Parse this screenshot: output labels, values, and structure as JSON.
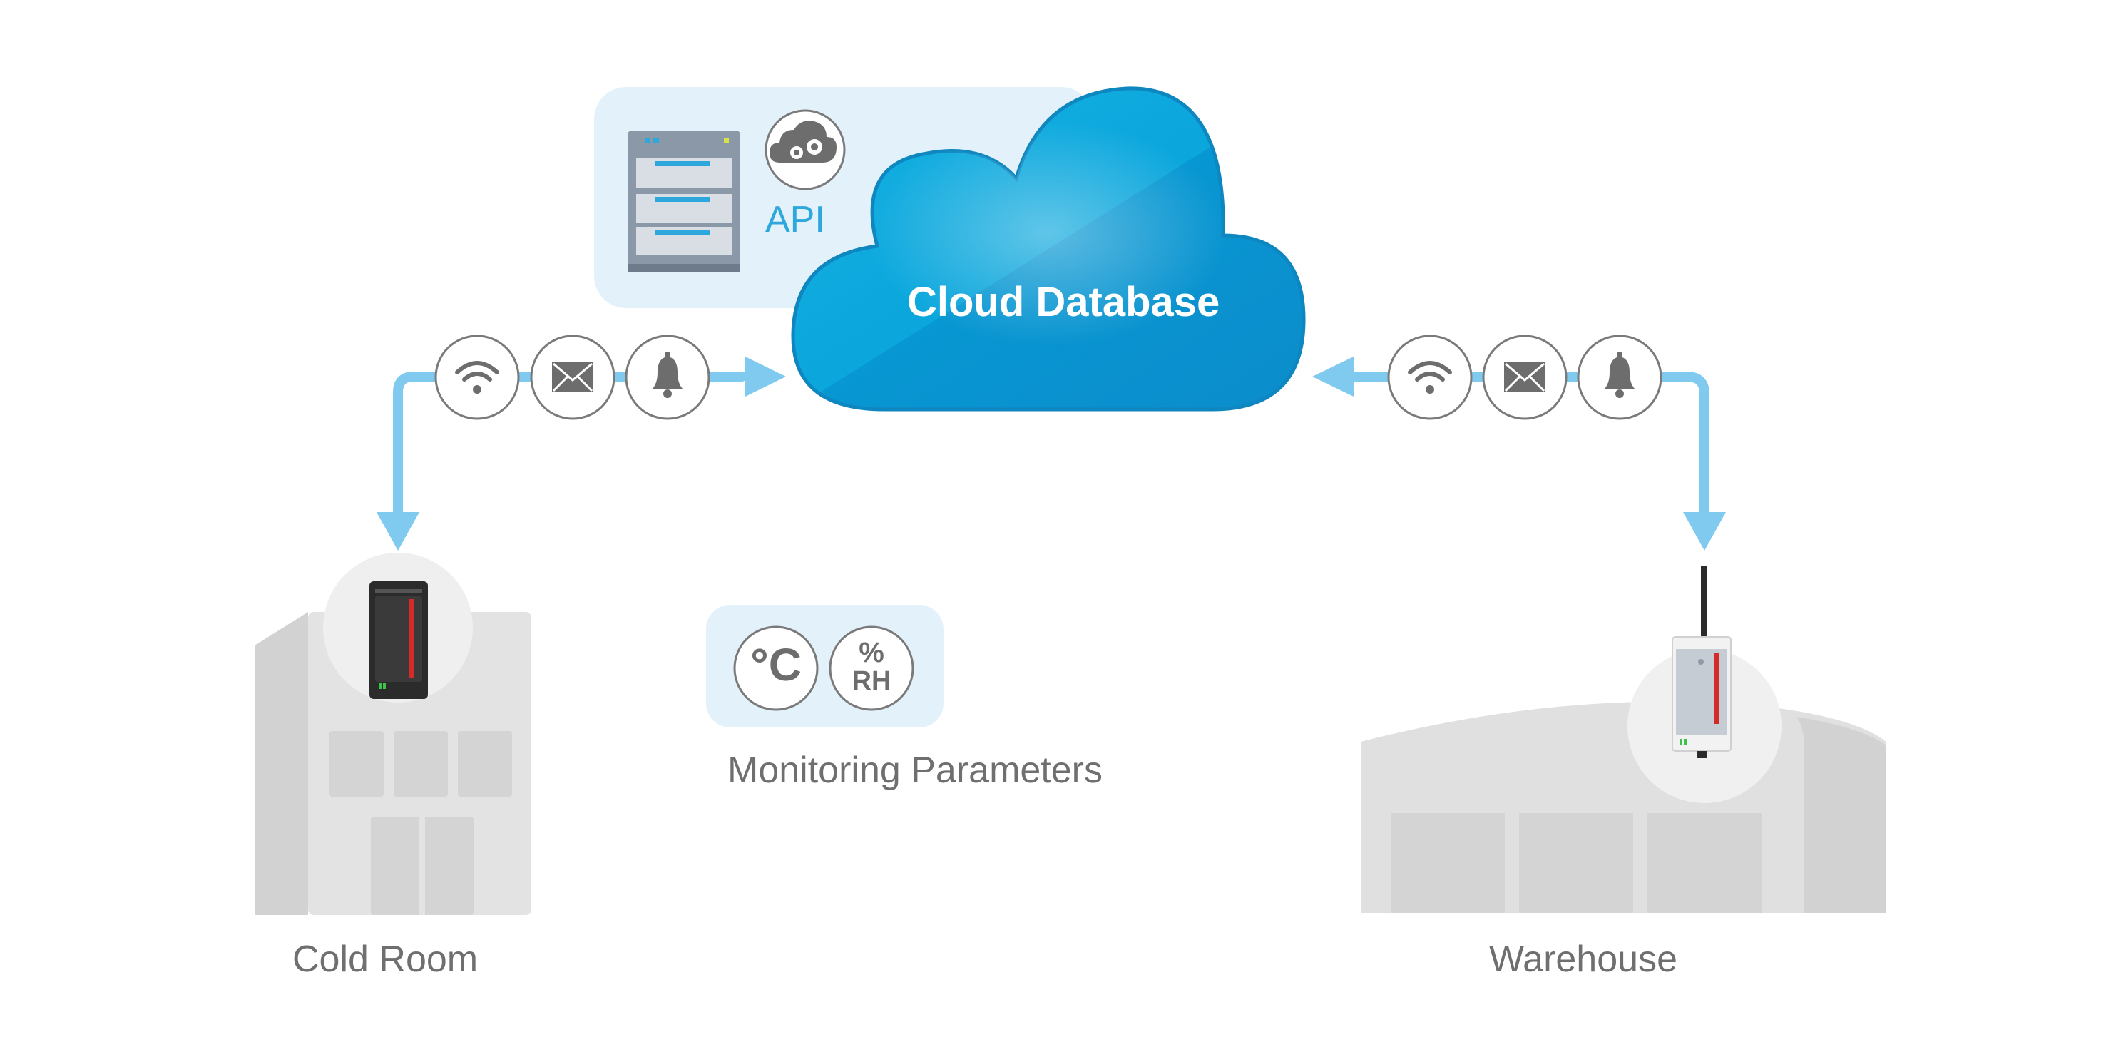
{
  "cloud": {
    "title": "Cloud Database"
  },
  "api": {
    "label": "API",
    "server_icon": "server-rack-icon",
    "cloud_gear_icon": "cloud-gears-icon"
  },
  "links": {
    "left": {
      "icons": [
        "wifi-icon",
        "envelope-icon",
        "bell-icon"
      ]
    },
    "right": {
      "icons": [
        "wifi-icon",
        "envelope-icon",
        "bell-icon"
      ]
    }
  },
  "monitoring": {
    "label": "Monitoring Parameters",
    "temperature_symbol": "°C",
    "humidity_symbol_top": "%",
    "humidity_symbol_bottom": "RH"
  },
  "sites": {
    "cold_room": {
      "label": "Cold Room"
    },
    "warehouse": {
      "label": "Warehouse"
    }
  },
  "colors": {
    "arrow": "#7fcaee",
    "cloud": "#0aa3d8",
    "panel": "#e3f2fa",
    "icon_gray": "#6d6d6d",
    "building": "#e3e3e3",
    "device_red": "#d42a2a"
  }
}
